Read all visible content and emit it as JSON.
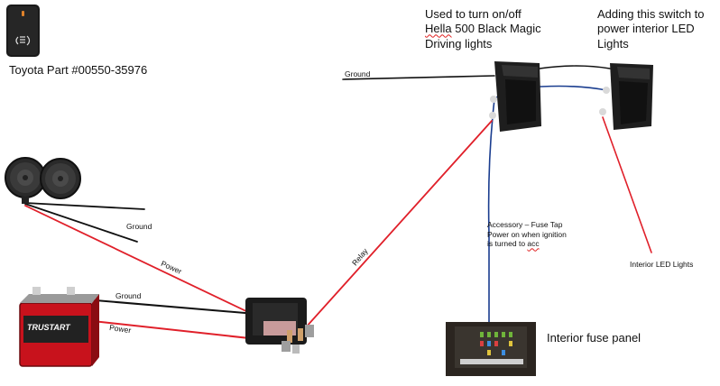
{
  "labels": {
    "toyota_part": "Toyota Part #00550-35976",
    "used_to_line1": "Used to turn on/off",
    "used_to_line2_a": "Hella",
    "used_to_line2_b": " 500 Black Magic",
    "used_to_line3": "Driving lights",
    "adding_line1": "Adding this switch to",
    "adding_line2": "power interior LED",
    "adding_line3": "Lights",
    "ground_top": "Ground",
    "ground_lights": "Ground",
    "power_lights": "Power",
    "ground_battery": "Ground",
    "power_battery": "Power",
    "relay": "Relay",
    "accessory_line1": "Accessory – Fuse Tap",
    "accessory_line2": "Power on when ignition",
    "accessory_line3_a": "is turned to ",
    "accessory_line3_b": "acc",
    "interior_led": "Interior LED Lights",
    "fuse_panel": "Interior fuse panel",
    "battery_brand": "TRUSTART"
  },
  "colors": {
    "power_wire": "#e0202a",
    "ground_wire": "#111111",
    "accessory_wire": "#1a3d8f",
    "switch_body": "#1e1e1e",
    "battery_red": "#c8121c"
  }
}
